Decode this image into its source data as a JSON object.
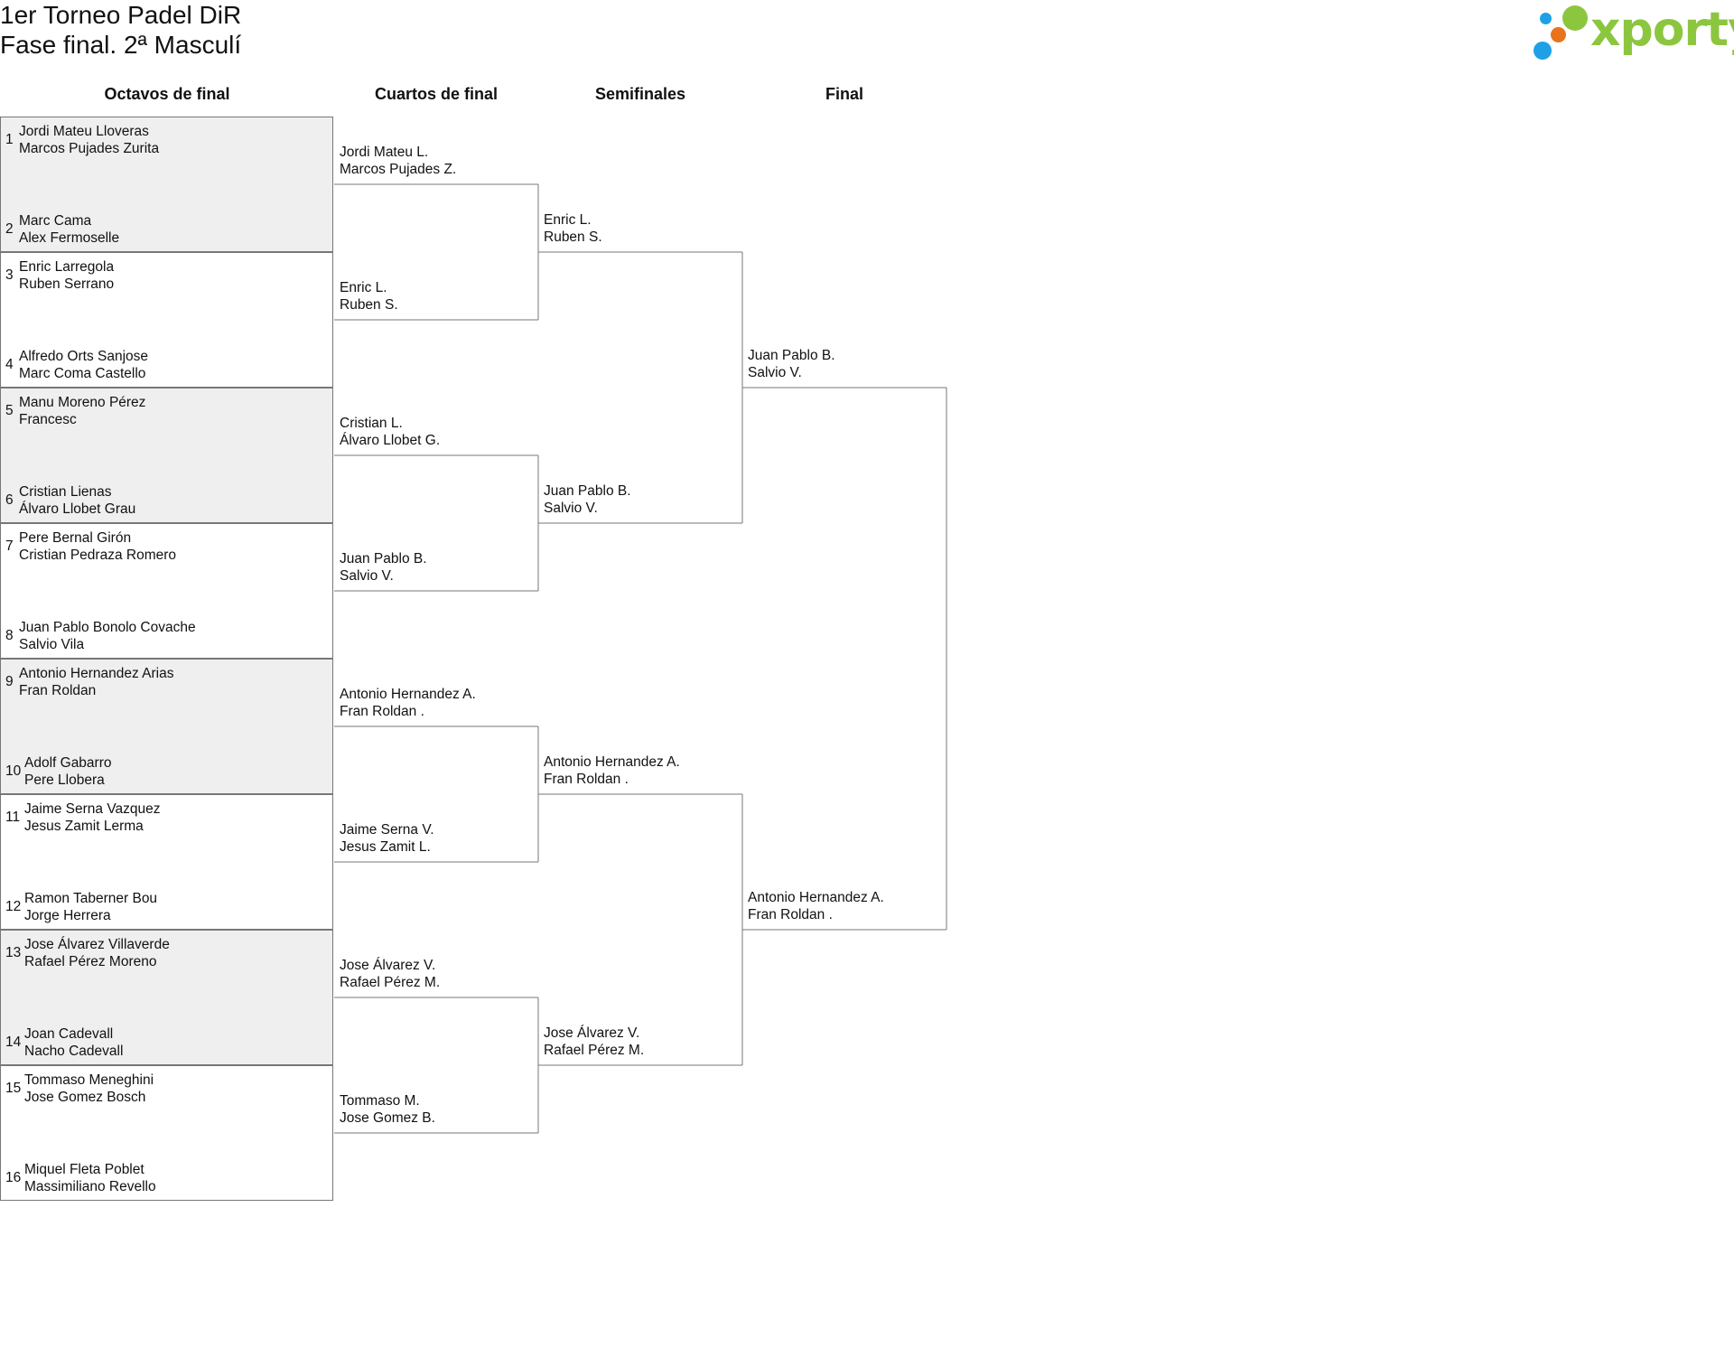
{
  "title": {
    "line1": "1er Torneo Padel DiR",
    "line2": "Fase final. 2ª Masculí"
  },
  "logo": {
    "text": "xporty",
    "color": "#8cc63f",
    "dot_colors": [
      "#1ea0e6",
      "#8cc63f",
      "#e8731a",
      "#1ea0e6"
    ]
  },
  "rounds": [
    "Octavos de final",
    "Cuartos de final",
    "Semifinales",
    "Final"
  ],
  "round_of_16": [
    {
      "seed": "1",
      "p1": "Jordi Mateu Lloveras",
      "p2": "Marcos Pujades Zurita"
    },
    {
      "seed": "2",
      "p1": "Marc Cama",
      "p2": "Alex Fermoselle"
    },
    {
      "seed": "3",
      "p1": "Enric Larregola",
      "p2": "Ruben Serrano"
    },
    {
      "seed": "4",
      "p1": "Alfredo Orts Sanjose",
      "p2": "Marc Coma Castello"
    },
    {
      "seed": "5",
      "p1": "Manu Moreno Pérez",
      "p2": "Francesc"
    },
    {
      "seed": "6",
      "p1": "Cristian Lienas",
      "p2": "Álvaro Llobet Grau"
    },
    {
      "seed": "7",
      "p1": "Pere Bernal Girón",
      "p2": "Cristian Pedraza Romero"
    },
    {
      "seed": "8",
      "p1": "Juan Pablo Bonolo Covache",
      "p2": "Salvio Vila"
    },
    {
      "seed": "9",
      "p1": "Antonio Hernandez Arias",
      "p2": "Fran Roldan"
    },
    {
      "seed": "10",
      "p1": "Adolf Gabarro",
      "p2": "Pere Llobera"
    },
    {
      "seed": "11",
      "p1": "Jaime Serna Vazquez",
      "p2": "Jesus Zamit Lerma"
    },
    {
      "seed": "12",
      "p1": "Ramon Taberner Bou",
      "p2": "Jorge Herrera"
    },
    {
      "seed": "13",
      "p1": "Jose Álvarez Villaverde",
      "p2": "Rafael Pérez Moreno"
    },
    {
      "seed": "14",
      "p1": "Joan Cadevall",
      "p2": "Nacho Cadevall"
    },
    {
      "seed": "15",
      "p1": "Tommaso Meneghini",
      "p2": "Jose Gomez Bosch"
    },
    {
      "seed": "16",
      "p1": "Miquel Fleta Poblet",
      "p2": "Massimiliano Revello"
    }
  ],
  "quarterfinals": [
    {
      "p1": "Jordi Mateu L.",
      "p2": "Marcos Pujades Z."
    },
    {
      "p1": "Enric L.",
      "p2": "Ruben S."
    },
    {
      "p1": "Cristian L.",
      "p2": "Álvaro Llobet G."
    },
    {
      "p1": "Juan Pablo B.",
      "p2": "Salvio V."
    },
    {
      "p1": "Antonio Hernandez A.",
      "p2": "Fran Roldan ."
    },
    {
      "p1": "Jaime Serna V.",
      "p2": "Jesus Zamit L."
    },
    {
      "p1": "Jose Álvarez V.",
      "p2": "Rafael Pérez M."
    },
    {
      "p1": "Tommaso M.",
      "p2": "Jose Gomez B."
    }
  ],
  "semifinals": [
    {
      "p1": "Enric L.",
      "p2": "Ruben S."
    },
    {
      "p1": "Juan Pablo B.",
      "p2": "Salvio V."
    },
    {
      "p1": "Antonio Hernandez A.",
      "p2": "Fran Roldan ."
    },
    {
      "p1": "Jose Álvarez V.",
      "p2": "Rafael Pérez M."
    }
  ],
  "final": [
    {
      "p1": "Juan Pablo B.",
      "p2": "Salvio V."
    },
    {
      "p1": "Antonio Hernandez A.",
      "p2": "Fran Roldan ."
    }
  ]
}
